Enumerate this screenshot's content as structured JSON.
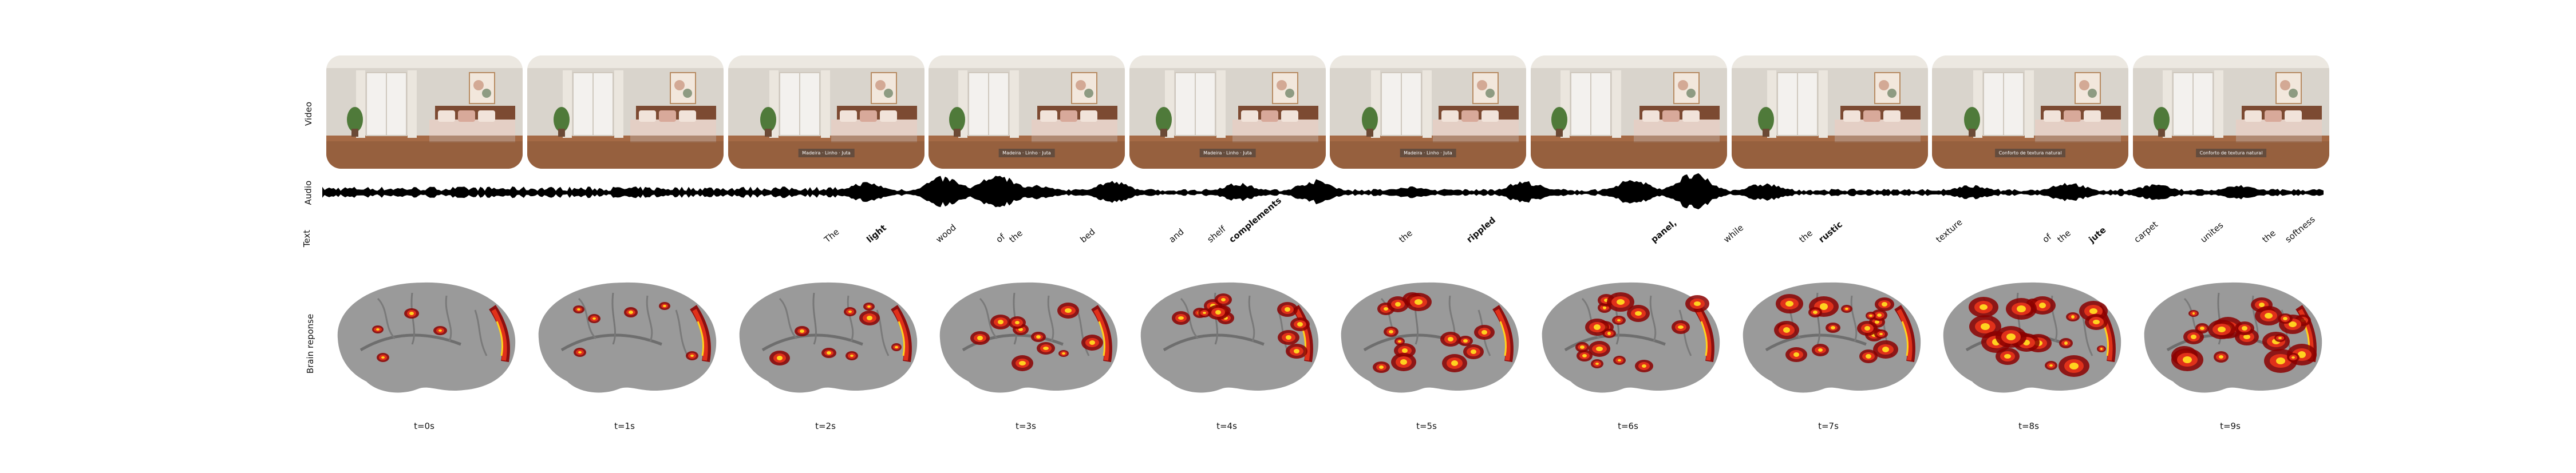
{
  "rows": {
    "video": "Video",
    "audio": "Audio",
    "text": "Text",
    "brain": "Brain reponse"
  },
  "captions": [
    "",
    "",
    "Madeira · Linho · Juta",
    "Madeira · Linho · Juta",
    "Madeira · Linho · Juta",
    "Madeira · Linho · Juta",
    "",
    "",
    "Conforto de textura natural",
    "Conforto de textura natural"
  ],
  "words": [
    "The",
    "light",
    "wood",
    "of",
    "the",
    "bed",
    "and",
    "shelf",
    "complements",
    "the",
    "rippled",
    "panel,",
    "while",
    "the",
    "rustic",
    "texture",
    "of",
    "the",
    "jute",
    "carpet",
    "unites",
    "the",
    "softness"
  ],
  "bold_words": [
    1,
    8,
    10,
    11,
    14,
    18
  ],
  "time_labels": [
    "t=0s",
    "t=1s",
    "t=2s",
    "t=3s",
    "t=4s",
    "t=5s",
    "t=6s",
    "t=7s",
    "t=8s",
    "t=9s"
  ],
  "colors": {
    "waveform": "#000000",
    "activation_dark": "#8b0000",
    "activation_mid": "#e0311a",
    "activation_bright": "#ffd21f",
    "cortex": "#9a9a9a"
  }
}
